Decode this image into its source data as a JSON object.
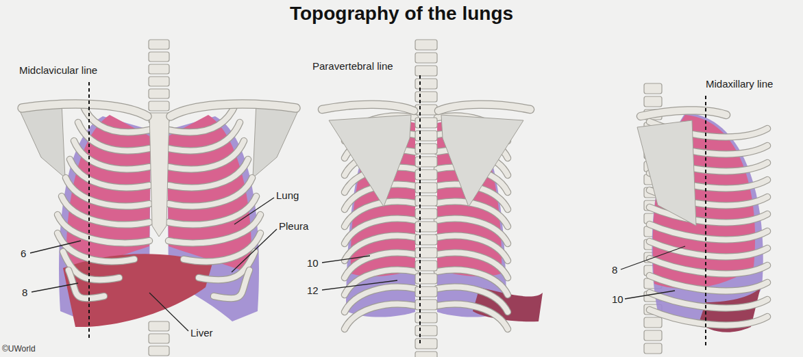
{
  "diagram": {
    "title": "Topography of the lungs",
    "labels": [
      "Midclavicular line",
      "Paravertebral line",
      "Midaxillary line",
      "Lung",
      "Pleura",
      "6",
      "8",
      "Liver",
      "10",
      "12",
      "8",
      "10",
      "©UWorld"
    ]
  }
}
